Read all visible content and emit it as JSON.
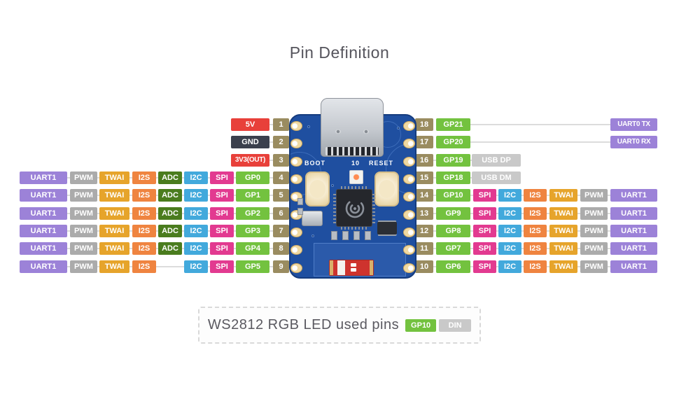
{
  "title": "Pin Definition",
  "colors": {
    "uart": "#9c82d8",
    "pwm": "#ababab",
    "twai": "#e6a42b",
    "i2s": "#ef8440",
    "adc": "#4a7c1e",
    "i2c": "#42a9dc",
    "spi": "#e23a90",
    "gp": "#73c23f",
    "pinnum": "#9a8c60",
    "power": "#e8403a",
    "gnd": "#3b404d",
    "usbpad": "#c9c9c9",
    "wire": "#dcdcdc",
    "board": "#1f4fa0",
    "title": "#55545c"
  },
  "board": {
    "boot_label": "BOOT",
    "center_label": "10",
    "reset_label": "RESET"
  },
  "pinout": {
    "left_rows": [
      {
        "pin": "1",
        "label": "5V",
        "type": "power",
        "functions": null
      },
      {
        "pin": "2",
        "label": "GND",
        "type": "gnd",
        "functions": null
      },
      {
        "pin": "3",
        "label": "3V3(OUT)",
        "type": "power",
        "functions": null
      },
      {
        "pin": "4",
        "label": "GP0",
        "type": "gp",
        "functions": [
          "UART1",
          "PWM",
          "TWAI",
          "I2S",
          "ADC",
          "I2C",
          "SPI"
        ]
      },
      {
        "pin": "5",
        "label": "GP1",
        "type": "gp",
        "functions": [
          "UART1",
          "PWM",
          "TWAI",
          "I2S",
          "ADC",
          "I2C",
          "SPI"
        ]
      },
      {
        "pin": "6",
        "label": "GP2",
        "type": "gp",
        "functions": [
          "UART1",
          "PWM",
          "TWAI",
          "I2S",
          "ADC",
          "I2C",
          "SPI"
        ]
      },
      {
        "pin": "7",
        "label": "GP3",
        "type": "gp",
        "functions": [
          "UART1",
          "PWM",
          "TWAI",
          "I2S",
          "ADC",
          "I2C",
          "SPI"
        ]
      },
      {
        "pin": "8",
        "label": "GP4",
        "type": "gp",
        "functions": [
          "UART1",
          "PWM",
          "TWAI",
          "I2S",
          "ADC",
          "I2C",
          "SPI"
        ]
      },
      {
        "pin": "9",
        "label": "GP5",
        "type": "gp",
        "functions": [
          "UART1",
          "PWM",
          "TWAI",
          "I2S",
          null,
          "I2C",
          "SPI"
        ]
      }
    ],
    "right_rows": [
      {
        "pin": "18",
        "label": "GP21",
        "type": "gp",
        "functions": null,
        "tag": {
          "text": "UART0 TX",
          "type": "uart",
          "far": true
        }
      },
      {
        "pin": "17",
        "label": "GP20",
        "type": "gp",
        "functions": null,
        "tag": {
          "text": "UART0 RX",
          "type": "uart",
          "far": true
        }
      },
      {
        "pin": "16",
        "label": "GP19",
        "type": "gp",
        "functions": null,
        "tag": {
          "text": "USB DP",
          "type": "usbpad",
          "far": false
        }
      },
      {
        "pin": "15",
        "label": "GP18",
        "type": "gp",
        "functions": null,
        "tag": {
          "text": "USB DM",
          "type": "usbpad",
          "far": false
        }
      },
      {
        "pin": "14",
        "label": "GP10",
        "type": "gp",
        "functions": [
          "SPI",
          "I2C",
          "I2S",
          "TWAI",
          "PWM",
          "UART1"
        ],
        "tag": null
      },
      {
        "pin": "13",
        "label": "GP9",
        "type": "gp",
        "functions": [
          "SPI",
          "I2C",
          "I2S",
          "TWAI",
          "PWM",
          "UART1"
        ],
        "tag": null
      },
      {
        "pin": "12",
        "label": "GP8",
        "type": "gp",
        "functions": [
          "SPI",
          "I2C",
          "I2S",
          "TWAI",
          "PWM",
          "UART1"
        ],
        "tag": null
      },
      {
        "pin": "11",
        "label": "GP7",
        "type": "gp",
        "functions": [
          "SPI",
          "I2C",
          "I2S",
          "TWAI",
          "PWM",
          "UART1"
        ],
        "tag": null
      },
      {
        "pin": "10",
        "label": "GP6",
        "type": "gp",
        "functions": [
          "SPI",
          "I2C",
          "I2S",
          "TWAI",
          "PWM",
          "UART1"
        ],
        "tag": null
      }
    ]
  },
  "legend": {
    "text": "WS2812 RGB LED used pins",
    "badges": [
      {
        "text": "GP10",
        "type": "gp"
      },
      {
        "text": "DIN",
        "type": "usbpad"
      }
    ]
  }
}
